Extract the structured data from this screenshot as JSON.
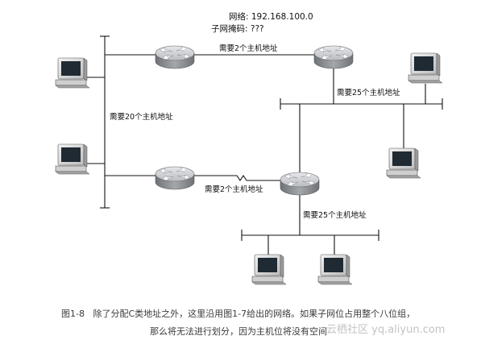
{
  "network": {
    "address_label": "网络: 192.168.100.0",
    "mask_label": "子网掩码: ???"
  },
  "labels": {
    "link_top": "需要2个主机地址",
    "lan_right": "需要25个主机地址",
    "lan_left": "需要20个主机地址",
    "link_bottom": "需要2个主机地址",
    "lan_bottom": "需要25个主机地址"
  },
  "caption": {
    "figure_number": "图1-8",
    "line1": "除了分配C类地址之外，这里沿用图1-7给出的网络。如果子网位占用整个八位组，",
    "line2": "那么将无法进行划分，因为主机位将没有空间"
  },
  "watermark": "云栖社区 yq.aliyun.com",
  "colors": {
    "line": "#111111",
    "router_top": "#cdcfd3",
    "router_side": "#8c8f94",
    "monitor_body": "#e8e8e8",
    "screen": "#1f2a33",
    "caption_text": "#3a3a3a"
  }
}
